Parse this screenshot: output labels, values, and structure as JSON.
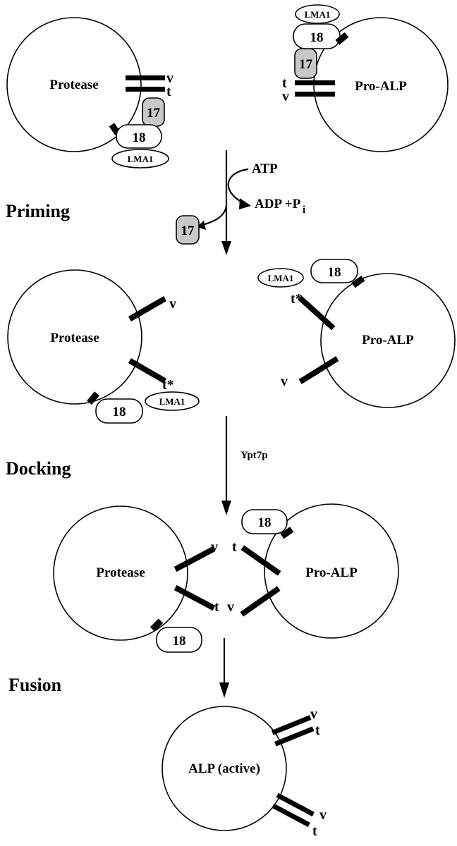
{
  "labels": {
    "protease": "Protease",
    "pro_alp": "Pro-ALP",
    "alp_active": "ALP (active)",
    "v": "v",
    "t": "t",
    "t_star": "t*",
    "sec17": "17",
    "sec18": "18",
    "lma1": "LMA1",
    "atp": "ATP",
    "adp_pi": "ADP +P",
    "pi_subscript": "i",
    "ypt7p": "Ypt7p"
  },
  "stages": {
    "priming": "Priming",
    "docking": "Docking",
    "fusion": "Fusion"
  },
  "colors": {
    "sec17_fill": "#c8c8c8",
    "line": "#000000",
    "background": "#ffffff"
  }
}
